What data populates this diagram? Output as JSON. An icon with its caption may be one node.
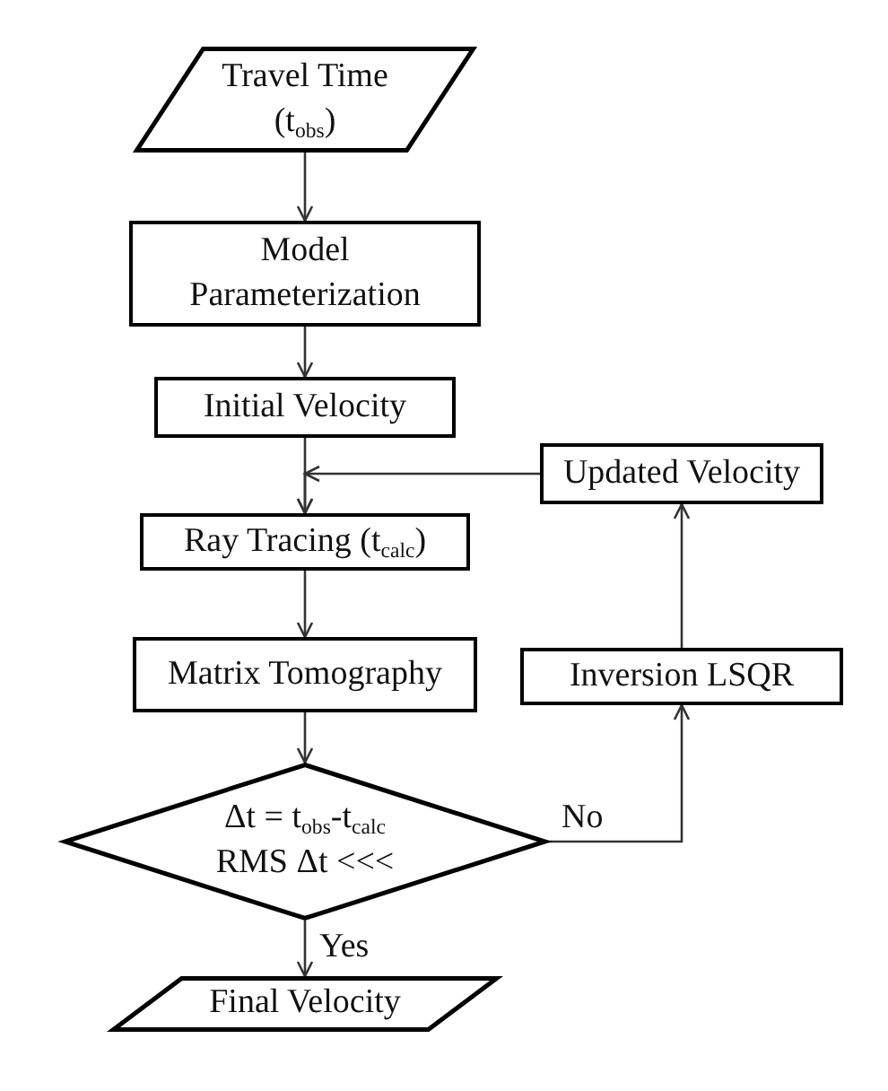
{
  "diagram": {
    "nodes": [
      {
        "text": [
          "Travel Time (t$_{obs}$)"
        ]
      },
      {
        "text": [
          "Model Parameterization"
        ]
      },
      {
        "text": [
          "Initial Velocity"
        ]
      },
      {
        "text": [
          "Ray Tracing (t$_{calc}$)"
        ]
      },
      {
        "text": [
          "Matrix Tomography"
        ]
      },
      {
        "text": [
          "Δt = t$_{obs}$-t$_{calc}$ RMS Δt <<<"
        ]
      },
      {
        "text": [
          "Final Velocity"
        ]
      },
      {
        "text": [
          "Updated Velocity"
        ]
      },
      {
        "text": [
          "Inversion LSQR"
        ]
      }
    ],
    "edges": [
      {
        "from": 0,
        "to": 1,
        "arrow": "to"
      },
      {
        "from": 1,
        "to": 2,
        "arrow": "to"
      },
      {
        "from": 2,
        "to": 3,
        "arrow": "to"
      },
      {
        "from": 3,
        "to": 4,
        "arrow": "to"
      },
      {
        "from": 4,
        "to": 5,
        "arrow": "to"
      },
      {
        "from": 5,
        "to": 6,
        "arrow": "to",
        "label": "Yes"
      },
      {
        "from": 5,
        "to": 8,
        "arrow": "to",
        "label": "No"
      },
      {
        "from": 8,
        "to": 7,
        "arrow": "to"
      },
      {
        "from": 7,
        "to": 3,
        "arrow": "to"
      }
    ]
  }
}
